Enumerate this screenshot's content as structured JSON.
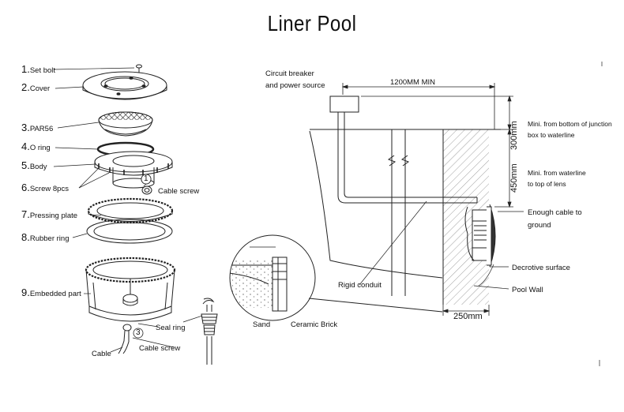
{
  "title": "Liner Pool",
  "parts": [
    {
      "num": "1.",
      "label": "Set bolt"
    },
    {
      "num": "2.",
      "label": "Cover"
    },
    {
      "num": "3.",
      "label": "PAR56"
    },
    {
      "num": "4.",
      "label": "O ring"
    },
    {
      "num": "5.",
      "label": "Body"
    },
    {
      "num": "6.",
      "label": "Screw 8pcs"
    },
    {
      "num": "7.",
      "label": "Pressing plate"
    },
    {
      "num": "8.",
      "label": "Rubber ring"
    },
    {
      "num": "9.",
      "label": "Embedded part"
    }
  ],
  "callouts": {
    "c1": "1",
    "c1_label": "Cable screw",
    "c3": "3",
    "seal_ring": "Seal ring",
    "cable_screw": "Cable screw",
    "cable": "Cable"
  },
  "install": {
    "circuit_breaker_line1": "Circuit breaker",
    "circuit_breaker_line2": "and power source",
    "dim_top": "1200MM MIN",
    "dim_300": "300mm",
    "dim_450": "450mm",
    "dim_250": "250mm",
    "note_300_line1": "Mini. from bottom of junction",
    "note_300_line2": "box to waterline",
    "note_450_line1": "Mini. from waterline",
    "note_450_line2": "to top of lens",
    "cable_note_line1": "Enough cable to",
    "cable_note_line2": "ground",
    "decorative": "Decrotive surface",
    "pool_wall": "Pool Wall",
    "rigid_conduit": "Rigid conduit",
    "sand": "Sand",
    "ceramic_brick": "Ceramic Brick"
  }
}
